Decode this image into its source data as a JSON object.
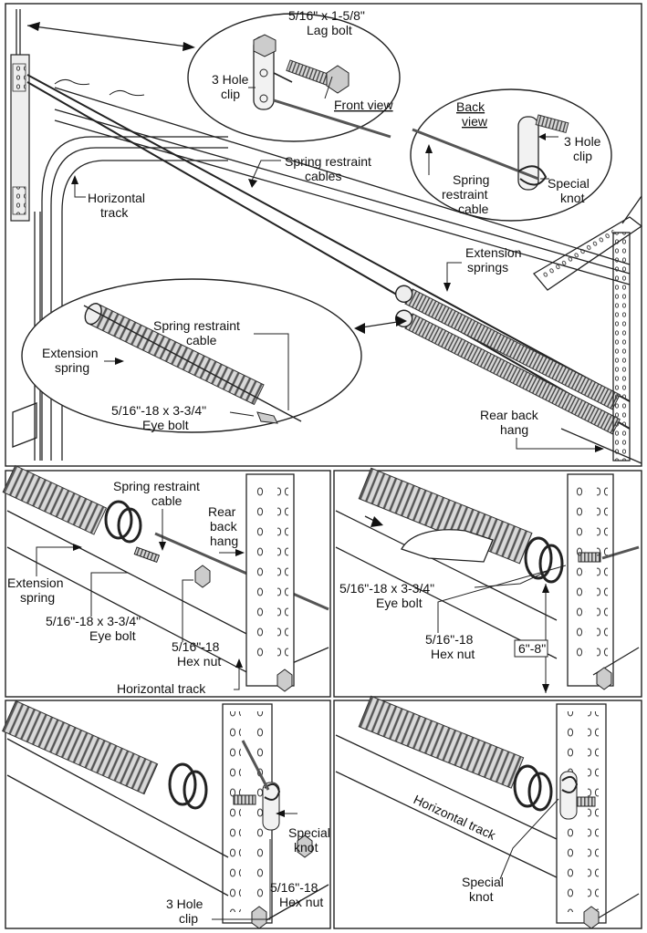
{
  "top_panel": {
    "lag_bolt_l1": "5/16\" x 1-5/8\"",
    "lag_bolt_l2": "Lag bolt",
    "clip_front_l1": "3 Hole",
    "clip_front_l2": "clip",
    "front_view": "Front view",
    "back_view_l1": "Back",
    "back_view_l2": "view",
    "clip_back_l1": "3 Hole",
    "clip_back_l2": "clip",
    "restraint_back_l1": "Spring",
    "restraint_back_l2": "restraint",
    "restraint_back_l3": "cable",
    "knot_back_l1": "Special",
    "knot_back_l2": "knot",
    "cables_l1": "Spring restraint",
    "cables_l2": "cables",
    "horiz_l1": "Horizontal",
    "horiz_l2": "track",
    "ext_springs_l1": "Extension",
    "ext_springs_l2": "springs",
    "inset_cable_l1": "Spring restraint",
    "inset_cable_l2": "cable",
    "inset_spring_l1": "Extension",
    "inset_spring_l2": "spring",
    "eye_bolt_l1": "5/16\"-18 x 3-3/4\"",
    "eye_bolt_l2": "Eye bolt",
    "rear_hang_l1": "Rear back",
    "rear_hang_l2": "hang"
  },
  "panel_a": {
    "cable_l1": "Spring restraint",
    "cable_l2": "cable",
    "rear_l1": "Rear",
    "rear_l2": "back",
    "rear_l3": "hang",
    "spring_l1": "Extension",
    "spring_l2": "spring",
    "eye_l1": "5/16\"-18 x 3-3/4\"",
    "eye_l2": "Eye bolt",
    "nut_l1": "5/16\"-18",
    "nut_l2": "Hex nut",
    "track": "Horizontal track"
  },
  "panel_b": {
    "eye_l1": "5/16\"-18 x 3-3/4\"",
    "eye_l2": "Eye bolt",
    "nut_l1": "5/16\"-18",
    "nut_l2": "Hex nut",
    "dimension": "6\"-8\""
  },
  "panel_c": {
    "knot_l1": "Special",
    "knot_l2": "knot",
    "nut_l1": "5/16\"-18",
    "nut_l2": "Hex nut",
    "clip_l1": "3 Hole",
    "clip_l2": "clip"
  },
  "panel_d": {
    "track": "Horizontal track",
    "knot_l1": "Special",
    "knot_l2": "knot"
  }
}
